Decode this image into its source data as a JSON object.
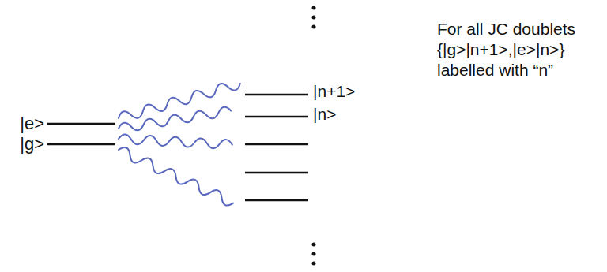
{
  "diagram": {
    "labels": [
      "|e>",
      "|g>",
      "|n+1>",
      "|n>",
      "For all JC doublets {|g>|n+1>,|e>|n>} labelled with “n”"
    ]
  }
}
